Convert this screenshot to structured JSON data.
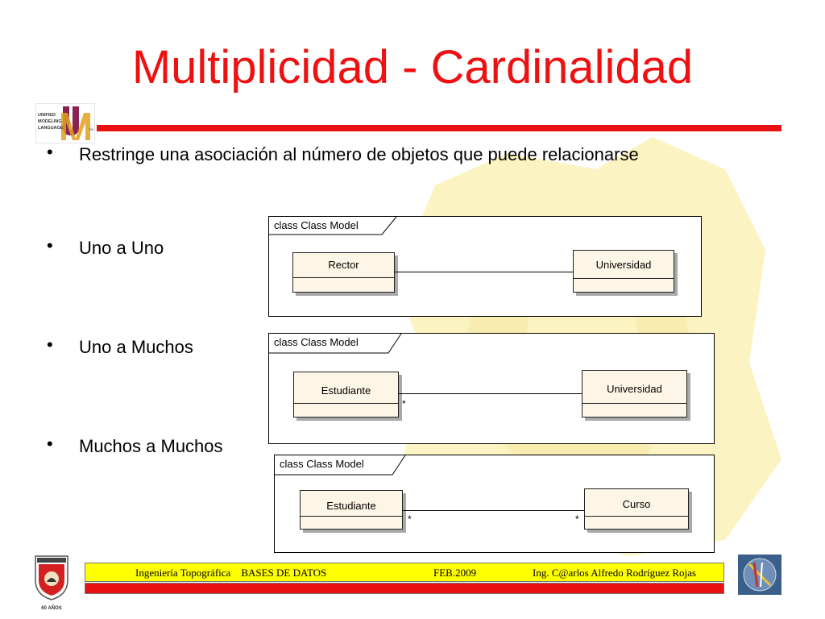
{
  "slide": {
    "title": "Multiplicidad - Cardinalidad",
    "bullets": [
      "Restringe una asociación al número de objetos que puede relacionarse",
      "Uno a Uno",
      "Uno a Muchos",
      "Muchos a Muchos"
    ]
  },
  "logos": {
    "uml_lines": [
      "UNIFIED",
      "MODELING",
      "LANGUAGE"
    ],
    "uml_tm": "TM",
    "left_logo_text": "60 AÑOS"
  },
  "diagrams": [
    {
      "frame_label": "class Class Model",
      "left_class": "Rector",
      "right_class": "Universidad",
      "left_multiplicity": "",
      "right_multiplicity": ""
    },
    {
      "frame_label": "class Class Model",
      "left_class": "Estudiante",
      "right_class": "Universidad",
      "left_multiplicity": "*",
      "right_multiplicity": ""
    },
    {
      "frame_label": "class Class Model",
      "left_class": "Estudiante",
      "right_class": "Curso",
      "left_multiplicity": "*",
      "right_multiplicity": "*"
    }
  ],
  "footer": {
    "course": "Ingeniería Topográfica    BASES DE DATOS",
    "date": "FEB.2009",
    "author": "Ing. C@arlos Alfredo Rodríguez Rojas"
  },
  "colors": {
    "title": "#ee1111",
    "accent_bar": "#e81010",
    "footer_yellow": "#ffff00",
    "class_fill": "#fdf6e6",
    "watermark": "#fbf3c2"
  }
}
